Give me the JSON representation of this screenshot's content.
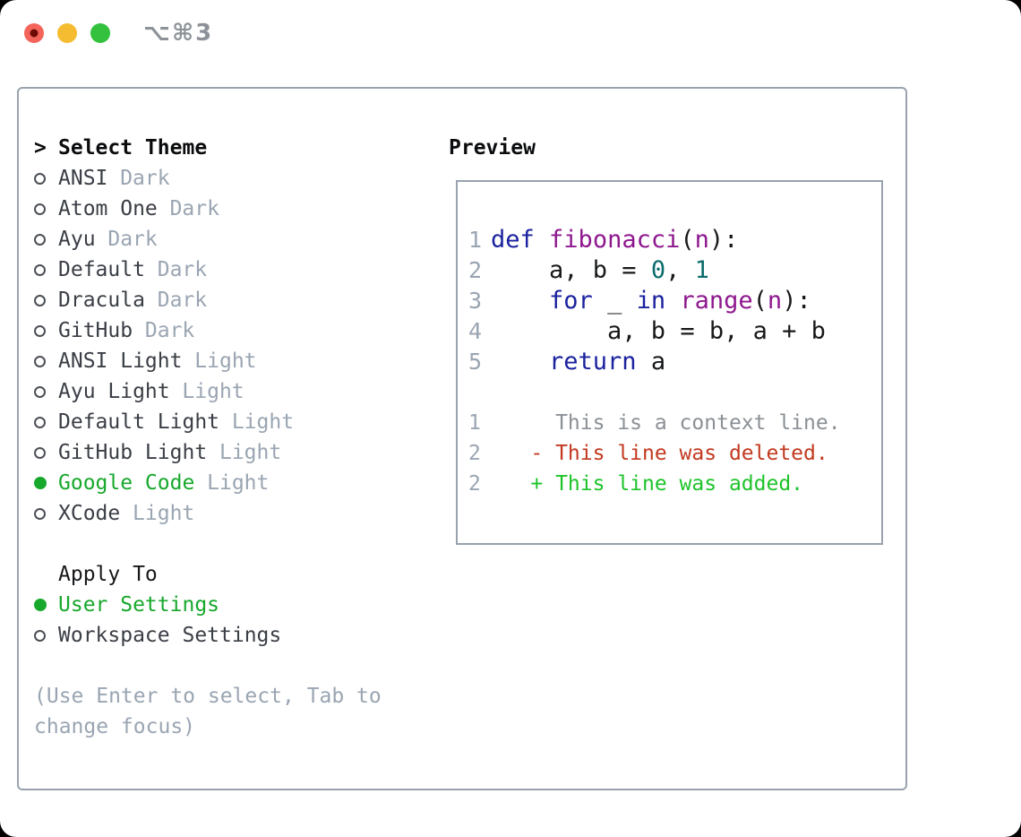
{
  "window": {
    "title": "⌥⌘3",
    "traffic_lights": [
      {
        "name": "close",
        "color": "#f4645a",
        "inner_dot_color": "#6d0c07"
      },
      {
        "name": "minimize",
        "color": "#f5bb31"
      },
      {
        "name": "zoom",
        "color": "#33c13e"
      }
    ]
  },
  "theme_panel": {
    "header": {
      "prompt": ">",
      "label": "Select Theme"
    },
    "items": [
      {
        "label": "ANSI",
        "variant": "Dark",
        "selected": false
      },
      {
        "label": "Atom One",
        "variant": "Dark",
        "selected": false
      },
      {
        "label": "Ayu",
        "variant": "Dark",
        "selected": false
      },
      {
        "label": "Default",
        "variant": "Dark",
        "selected": false
      },
      {
        "label": "Dracula",
        "variant": "Dark",
        "selected": false
      },
      {
        "label": "GitHub",
        "variant": "Dark",
        "selected": false
      },
      {
        "label": "ANSI Light",
        "variant": "Light",
        "selected": false
      },
      {
        "label": "Ayu Light",
        "variant": "Light",
        "selected": false
      },
      {
        "label": "Default Light",
        "variant": "Light",
        "selected": false
      },
      {
        "label": "GitHub Light",
        "variant": "Light",
        "selected": false
      },
      {
        "label": "Google Code",
        "variant": "Light",
        "selected": true
      },
      {
        "label": "XCode",
        "variant": "Light",
        "selected": false
      }
    ],
    "apply_to": {
      "header": "Apply To",
      "options": [
        {
          "label": "User Settings",
          "selected": true
        },
        {
          "label": "Workspace Settings",
          "selected": false
        }
      ]
    },
    "help_text": "(Use Enter to select, Tab to change focus)"
  },
  "preview": {
    "header": "Preview",
    "code_lines": [
      {
        "num": "1",
        "tokens": [
          {
            "t": "def",
            "c": "kw"
          },
          {
            "t": " "
          },
          {
            "t": "fibonacci",
            "c": "fn"
          },
          {
            "t": "("
          },
          {
            "t": "n",
            "c": "fn"
          },
          {
            "t": "):"
          }
        ]
      },
      {
        "num": "2",
        "tokens": [
          {
            "t": "    a, b = "
          },
          {
            "t": "0",
            "c": "num"
          },
          {
            "t": ", "
          },
          {
            "t": "1",
            "c": "num"
          }
        ]
      },
      {
        "num": "3",
        "tokens": [
          {
            "t": "    "
          },
          {
            "t": "for",
            "c": "kw"
          },
          {
            "t": " _ "
          },
          {
            "t": "in",
            "c": "kw"
          },
          {
            "t": " "
          },
          {
            "t": "range",
            "c": "fn"
          },
          {
            "t": "("
          },
          {
            "t": "n",
            "c": "fn"
          },
          {
            "t": "):"
          }
        ]
      },
      {
        "num": "4",
        "tokens": [
          {
            "t": "        a, b = b, a + b"
          }
        ]
      },
      {
        "num": "5",
        "tokens": [
          {
            "t": "    "
          },
          {
            "t": "return",
            "c": "kw"
          },
          {
            "t": " a"
          }
        ]
      }
    ],
    "diff_lines": [
      {
        "num": "1",
        "text": "      This is a context line.",
        "type": "context"
      },
      {
        "num": "2",
        "text": "    - This line was deleted.",
        "type": "deleted"
      },
      {
        "num": "2",
        "text": "    + This line was added.",
        "type": "added"
      }
    ]
  },
  "colors": {
    "ui_accent_green": "#17a82c",
    "item_text": "#3a3e45",
    "muted_text": "#9aa5b2",
    "panel_border": "#99a3ae",
    "code_keyword": "#1b229e",
    "code_name": "#8e188e",
    "code_number": "#0d6d6d",
    "diff_context": "#8a9096",
    "diff_deleted": "#c2391f",
    "diff_added": "#1ec32a"
  }
}
